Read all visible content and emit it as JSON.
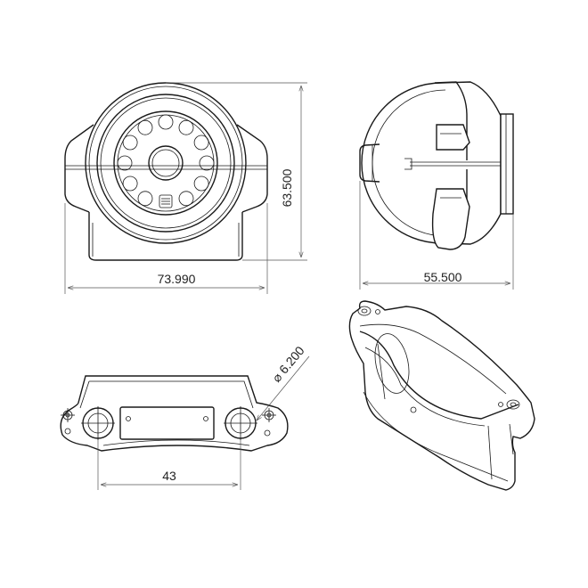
{
  "dimensions": {
    "front_width": "73.990",
    "front_height": "63.500",
    "side_depth": "55.500",
    "mount_hole_diameter": "6.200",
    "mount_hole_spacing": "43"
  }
}
